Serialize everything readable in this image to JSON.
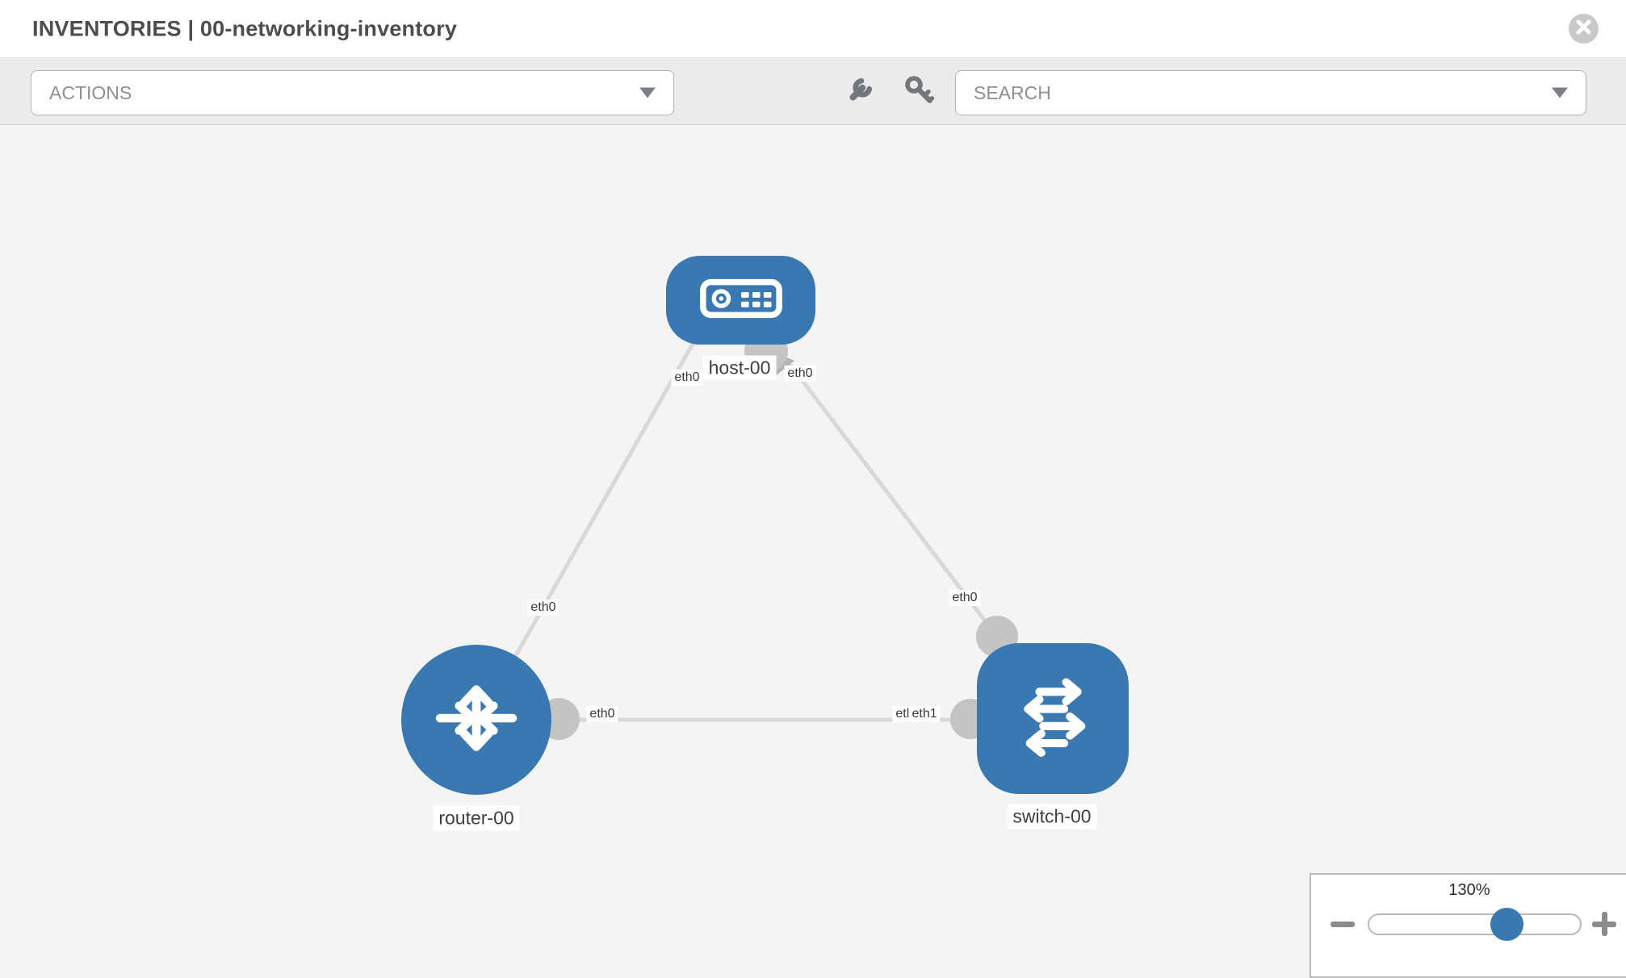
{
  "header": {
    "title": "INVENTORIES | 00-networking-inventory",
    "close_icon": "x-circle"
  },
  "toolbar": {
    "actions_label": "ACTIONS",
    "search_label": "SEARCH",
    "icon_buttons": [
      {
        "name": "wrench-icon"
      },
      {
        "name": "key-icon"
      }
    ]
  },
  "diagram": {
    "nodes": [
      {
        "id": "host-00",
        "type": "host",
        "label": "host-00"
      },
      {
        "id": "router-00",
        "type": "router",
        "label": "router-00"
      },
      {
        "id": "switch-00",
        "type": "switch",
        "label": "switch-00"
      }
    ],
    "links": [
      {
        "id": "router-host",
        "endpoints": [
          "router-00",
          "host-00"
        ],
        "labels": {
          "host_end": "eth0",
          "router_end": "eth0"
        }
      },
      {
        "id": "host-switch",
        "endpoints": [
          "host-00",
          "switch-00"
        ],
        "labels": {
          "host_end": "eth0",
          "switch_end": "eth0"
        }
      },
      {
        "id": "router-switch",
        "endpoints": [
          "router-00",
          "switch-00"
        ],
        "labels": {
          "router_end": "eth0",
          "switch_end_hidden": "eth0",
          "switch_end": "eth1"
        }
      }
    ]
  },
  "zoom_widget": {
    "level": "130%"
  }
}
